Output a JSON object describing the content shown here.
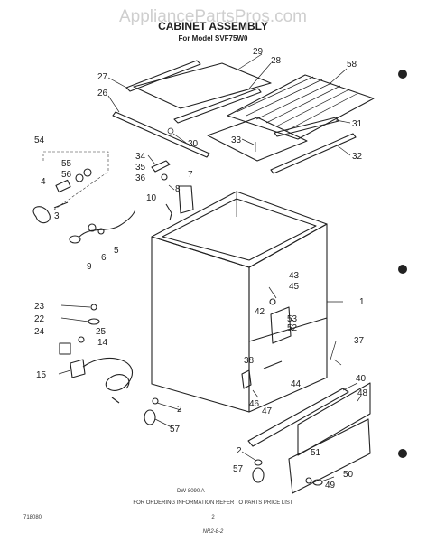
{
  "watermark": "AppliancePartsPros.com",
  "title": "CABINET ASSEMBLY",
  "subtitle": "For Model SVF75W0",
  "callouts": [
    "27",
    "29",
    "28",
    "58",
    "26",
    "30",
    "31",
    "33",
    "32",
    "54",
    "55",
    "56",
    "4",
    "3",
    "34",
    "35",
    "36",
    "7",
    "8",
    "10",
    "9",
    "6",
    "5",
    "1",
    "43",
    "45",
    "42",
    "53",
    "52",
    "23",
    "22",
    "25",
    "24",
    "14",
    "15",
    "37",
    "38",
    "46",
    "47",
    "44",
    "40",
    "48",
    "2",
    "57",
    "51",
    "50",
    "49"
  ],
  "figure_code": "DW-8090 A",
  "footer_note": "FOR ORDERING INFORMATION REFER TO PARTS PRICE LIST",
  "bottom_left_code": "718080",
  "page_number": "2",
  "handwritten_note": "NR2-8-2",
  "colors": {
    "ink": "#222222",
    "watermark": "#cfcfcf",
    "background": "#ffffff"
  }
}
